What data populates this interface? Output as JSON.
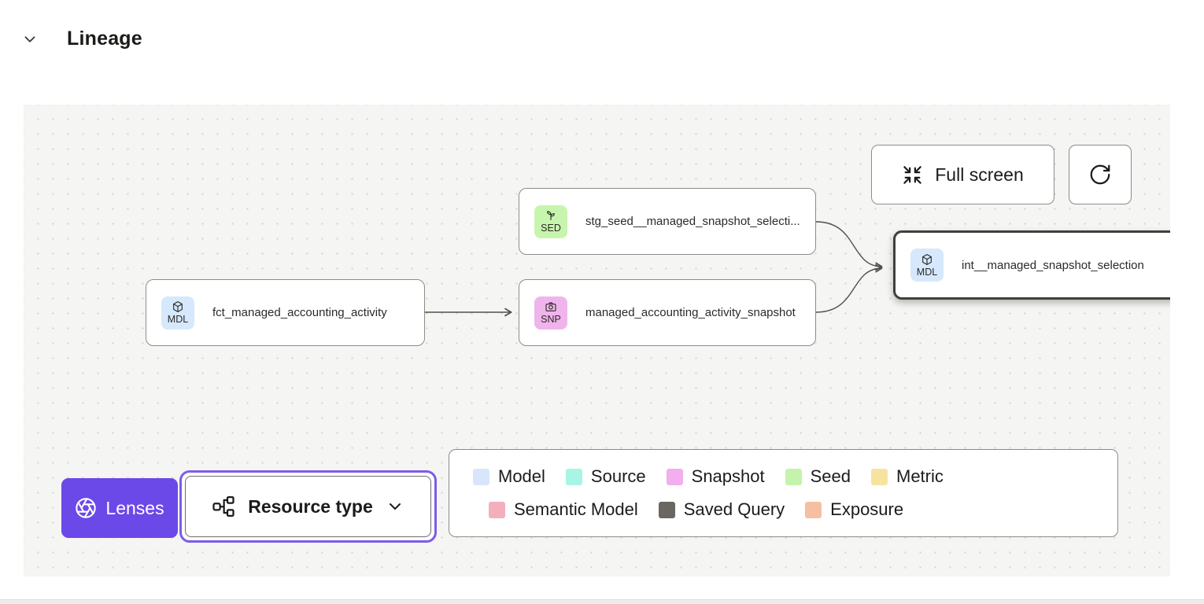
{
  "header": {
    "title": "Lineage"
  },
  "canvas": {
    "toolbar": {
      "fullscreen_label": "Full screen"
    },
    "nodes": [
      {
        "badge": "SED",
        "icon": "sprout-icon",
        "label": "stg_seed__managed_snapshot_selecti...",
        "type": "seed",
        "badge_color": "#c8f5ad",
        "selected": false
      },
      {
        "badge": "MDL",
        "icon": "cube-icon",
        "label": "fct_managed_accounting_activity",
        "type": "model",
        "badge_color": "#d6e8fb",
        "selected": false
      },
      {
        "badge": "SNP",
        "icon": "camera-icon",
        "label": "managed_accounting_activity_snapshot",
        "type": "snapshot",
        "badge_color": "#f0b4ec",
        "selected": false
      },
      {
        "badge": "MDL",
        "icon": "cube-icon",
        "label": "int__managed_snapshot_selection",
        "type": "model",
        "badge_color": "#d6e8fb",
        "selected": true
      }
    ],
    "controls": {
      "lenses_label": "Lenses",
      "resource_type_label": "Resource type"
    },
    "legend": {
      "items": [
        {
          "label": "Model",
          "color": "#d8e6fa"
        },
        {
          "label": "Source",
          "color": "#a8f5e3"
        },
        {
          "label": "Snapshot",
          "color": "#f2aeee"
        },
        {
          "label": "Seed",
          "color": "#c5f3ab"
        },
        {
          "label": "Metric",
          "color": "#f7e39f"
        },
        {
          "label": "Semantic Model",
          "color": "#f4afbc"
        },
        {
          "label": "Saved Query",
          "color": "#6a6660"
        },
        {
          "label": "Exposure",
          "color": "#f6bfa2"
        }
      ]
    }
  },
  "colors": {
    "accent_purple": "#6b48e8",
    "focus_ring_purple": "#7c5ce8",
    "canvas_background": "#f5f5f3",
    "node_border": "#8d8c88",
    "selected_node_border": "#403f3b",
    "edge_stroke": "#514f4b"
  }
}
